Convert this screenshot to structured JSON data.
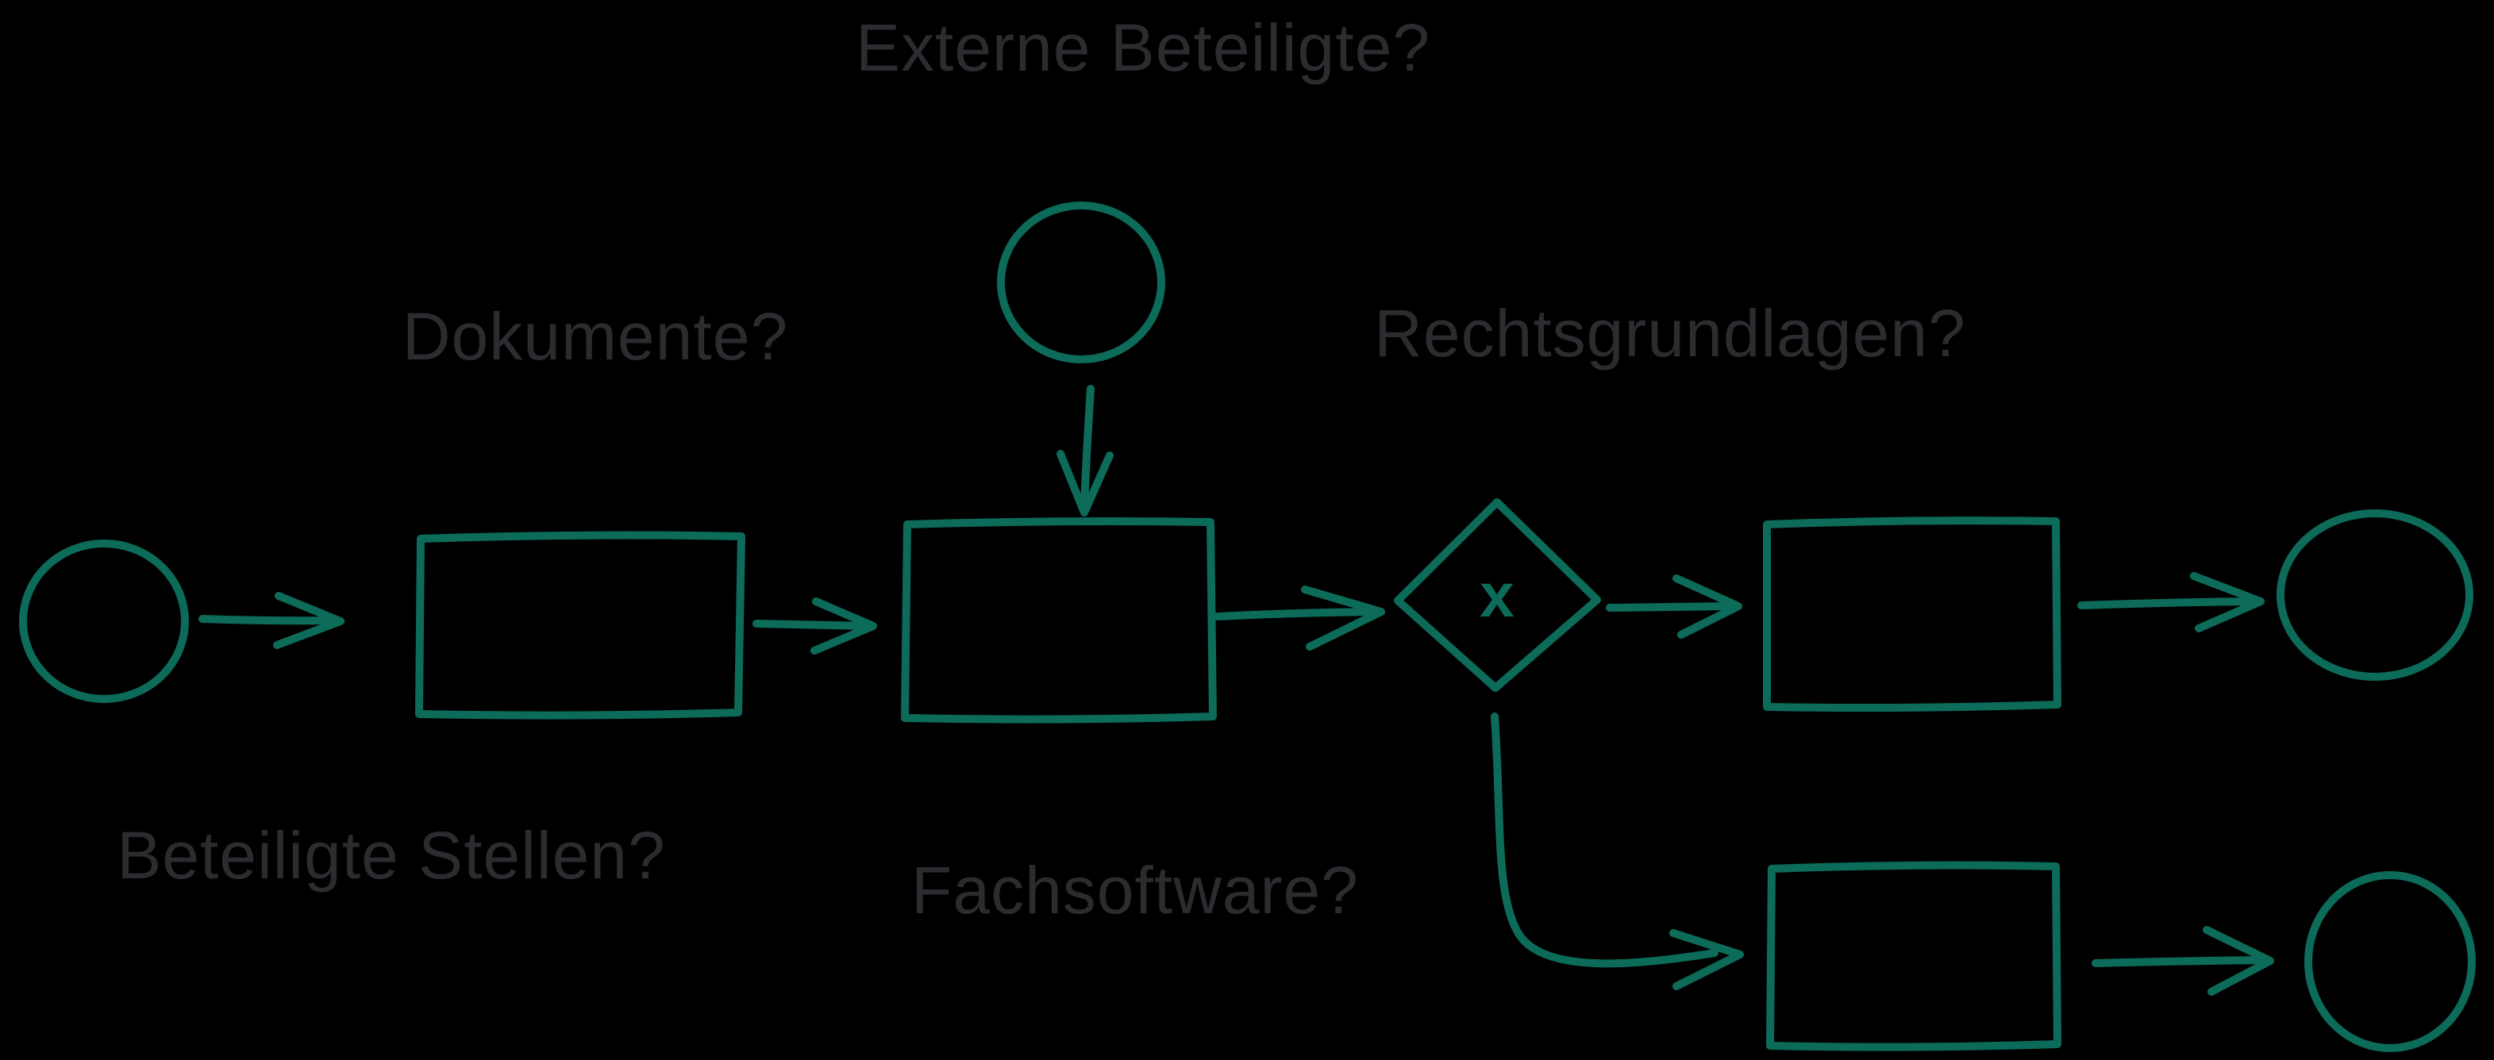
{
  "canvas": {
    "background_color": "#000000",
    "stroke_color": "#0d6b59",
    "label_color": "#2b2b30"
  },
  "diagram": {
    "type": "hand-drawn process flowchart (BPMN-style)",
    "labels": {
      "externe_beteiligte": "Externe Beteiligte?",
      "dokumente": "Dokumente?",
      "rechtsgrundlagen": "Rechtsgrundlagen?",
      "beteiligte_stellen": "Beteiligte Stellen?",
      "fachsoftware": "Fachsoftware?"
    },
    "gateway_symbol": "x",
    "nodes": [
      {
        "id": "start-event",
        "shape": "circle"
      },
      {
        "id": "task-a",
        "shape": "rectangle"
      },
      {
        "id": "task-b",
        "shape": "rectangle"
      },
      {
        "id": "event-top",
        "shape": "circle"
      },
      {
        "id": "gateway-x",
        "shape": "diamond",
        "symbol": "x"
      },
      {
        "id": "task-c",
        "shape": "rectangle"
      },
      {
        "id": "end-event-top",
        "shape": "circle"
      },
      {
        "id": "task-d",
        "shape": "rectangle"
      },
      {
        "id": "end-event-bottom",
        "shape": "circle"
      }
    ],
    "edges": [
      "start-event -> task-a",
      "task-a -> task-b",
      "event-top -> task-b",
      "task-b -> gateway-x",
      "gateway-x -> task-c",
      "task-c -> end-event-top",
      "gateway-x -> task-d",
      "task-d -> end-event-bottom"
    ]
  }
}
